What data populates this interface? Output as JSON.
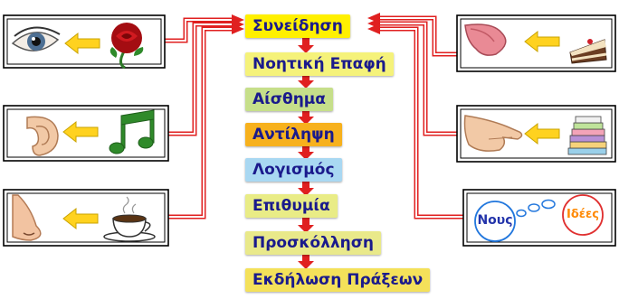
{
  "stages": [
    {
      "label": "Συνείδηση",
      "color": "#fff000"
    },
    {
      "label": "Νοητική Επαφή",
      "color": "#f5f27a"
    },
    {
      "label": "Αίσθημα",
      "color": "#c6df8a"
    },
    {
      "label": "Αντίληψη",
      "color": "#f7b11d"
    },
    {
      "label": "Λογισμός",
      "color": "#a9d8f2"
    },
    {
      "label": "Επιθυμία",
      "color": "#e9ec86"
    },
    {
      "label": "Προσκόλληση",
      "color": "#e9e98a"
    },
    {
      "label": "Εκδήλωση Πράξεων",
      "color": "#f4e15a"
    }
  ],
  "senses": {
    "sight": {
      "organ": "eye-icon",
      "object": "rose-icon"
    },
    "hearing": {
      "organ": "ear-icon",
      "object": "music-note-icon"
    },
    "smell": {
      "organ": "nose-icon",
      "object": "coffee-cup-icon"
    },
    "taste": {
      "organ": "tongue-icon",
      "object": "cake-icon"
    },
    "touch": {
      "organ": "hand-icon",
      "object": "towels-icon"
    },
    "mind": {
      "organ_label": "Νους",
      "object_label": "Ιδέες"
    }
  },
  "colors": {
    "arrow_red": "#e02020",
    "arrow_yellow": "#ffd21f",
    "bubble_blue": "#2277dd",
    "bubble_red": "#e03030",
    "mind_text": "#2233aa",
    "idea_text": "#ff8800"
  }
}
